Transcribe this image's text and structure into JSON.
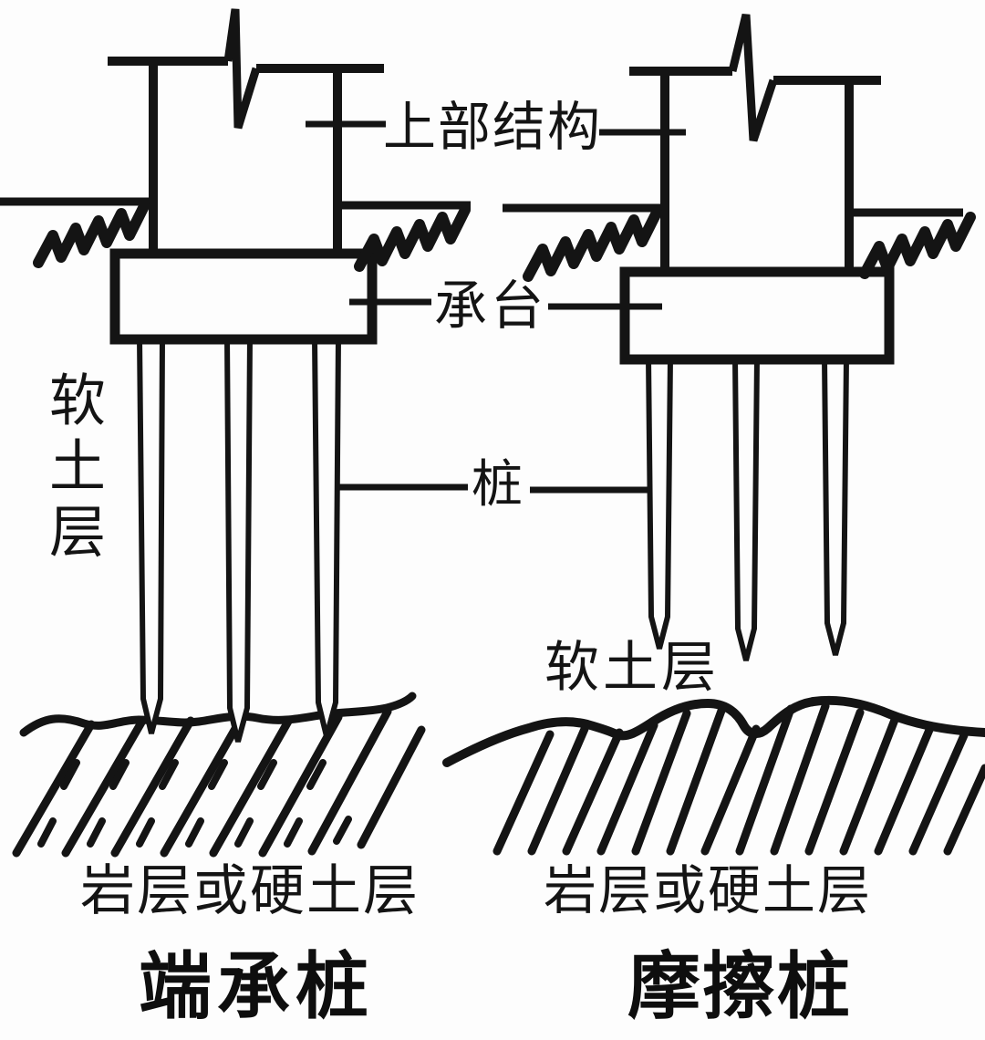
{
  "figure": {
    "background_color": "#fdfdfd",
    "ink_color": "#141414",
    "labels": {
      "superstructure": "上部结构",
      "pile_cap": "承台",
      "pile": "桩",
      "soft_soil_left": "软土层",
      "soft_soil_right": "软土层",
      "rock_or_hard_soil_left": "岩层或硬土层",
      "rock_or_hard_soil_right": "岩层或硬土层"
    },
    "titles": {
      "left": "端承桩",
      "right": "摩擦桩"
    }
  }
}
